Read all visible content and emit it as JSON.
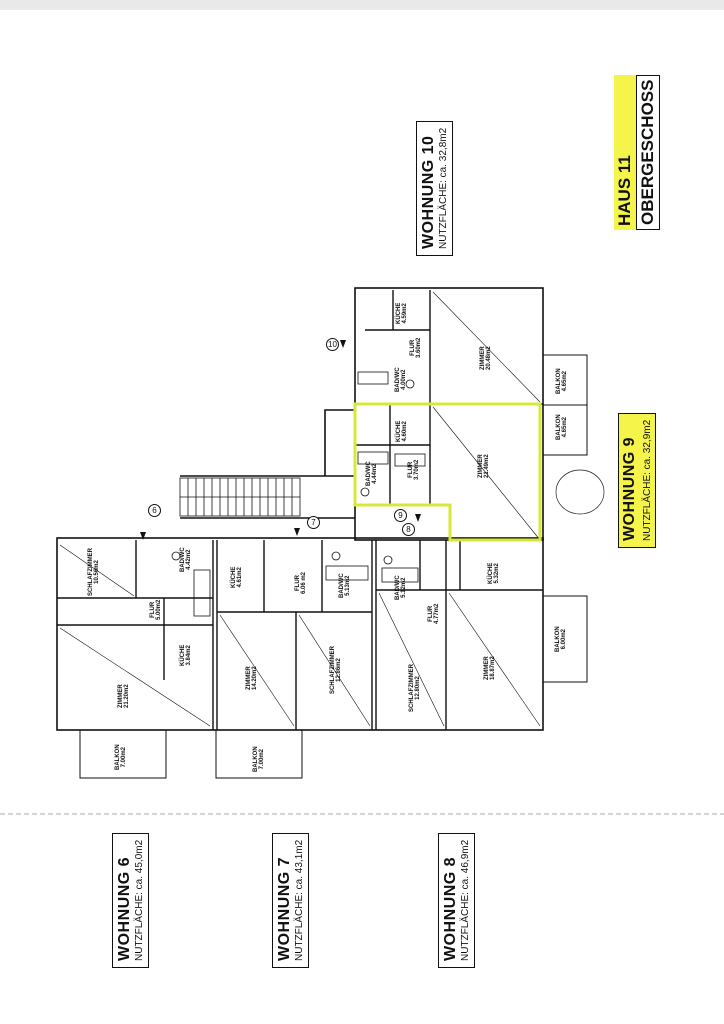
{
  "haus": {
    "name": "HAUS 11",
    "floor": "OBERGESCHOSS"
  },
  "apartments": [
    {
      "key": "w6",
      "title": "WOHNUNG 6",
      "area": "NUTZFLÄCHE: ca. 45,0m2",
      "highlight": false
    },
    {
      "key": "w7",
      "title": "WOHNUNG 7",
      "area": "NUTZFLÄCHE: ca. 43,1m2",
      "highlight": false
    },
    {
      "key": "w8",
      "title": "WOHNUNG 8",
      "area": "NUTZFLÄCHE: ca. 46,9m2",
      "highlight": false
    },
    {
      "key": "w9",
      "title": "WOHNUNG 9",
      "area": "NUTZFLÄCHE: ca. 32,9m2",
      "highlight": true
    },
    {
      "key": "w10",
      "title": "WOHNUNG 10",
      "area": "NUTZFLÄCHE: ca. 32,8m2",
      "highlight": false
    }
  ],
  "rooms": {
    "w6": {
      "schlaf": [
        "SCHLAFZIMMER",
        "10.56m2"
      ],
      "flur": [
        "FLUR",
        "5.00m2"
      ],
      "bad": [
        "BAD/WC",
        "4.42m2"
      ],
      "zimmer": [
        "ZIMMER",
        "21.20m2"
      ],
      "kueche": [
        "KÜCHE",
        "3.84m2"
      ],
      "balkon": [
        "BALKON",
        "7.00m2"
      ]
    },
    "w7": {
      "kueche": [
        "KÜCHE",
        "4.61m2"
      ],
      "flur": [
        "FLUR",
        "6.06 m2"
      ],
      "bad": [
        "BAD/WC",
        "5.13m2"
      ],
      "zimmer": [
        "ZIMMER",
        "14.20m2"
      ],
      "schlaf": [
        "SCHLAFZIMMER",
        "12.86m2"
      ],
      "balkon": [
        "BALKON",
        "7.00m2"
      ]
    },
    "w8": {
      "bad": [
        "BAD/WC",
        "5.12m2"
      ],
      "flur": [
        "FLUR",
        "4.77m2"
      ],
      "schlaf": [
        "SCHLAFZIMMER",
        "12.80m2"
      ],
      "zimmer": [
        "ZIMMER",
        "18.87m2"
      ],
      "kueche": [
        "KÜCHE",
        "5.32m2"
      ],
      "balkon": [
        "BALKON",
        "6.00m2"
      ]
    },
    "w9": {
      "bad": [
        "BAD/WC",
        "4.44m2"
      ],
      "kueche": [
        "KÜCHE",
        "4.60m2"
      ],
      "flur": [
        "FLUR",
        "3.70m2"
      ],
      "zimmer": [
        "ZIMMER",
        "21.49m2"
      ],
      "balkon": [
        "BALKON",
        "4.65m2"
      ]
    },
    "w10": {
      "kueche": [
        "KÜCHE",
        "4.59m2"
      ],
      "flur": [
        "FLUR",
        "3.60m2"
      ],
      "bad": [
        "BAD/WC",
        "4.00m2"
      ],
      "zimmer": [
        "ZIMMER",
        "20.48m2"
      ],
      "balkon": [
        "BALKON",
        "4.65m2"
      ]
    }
  },
  "entrances": [
    "6",
    "7",
    "8",
    "9",
    "10"
  ]
}
